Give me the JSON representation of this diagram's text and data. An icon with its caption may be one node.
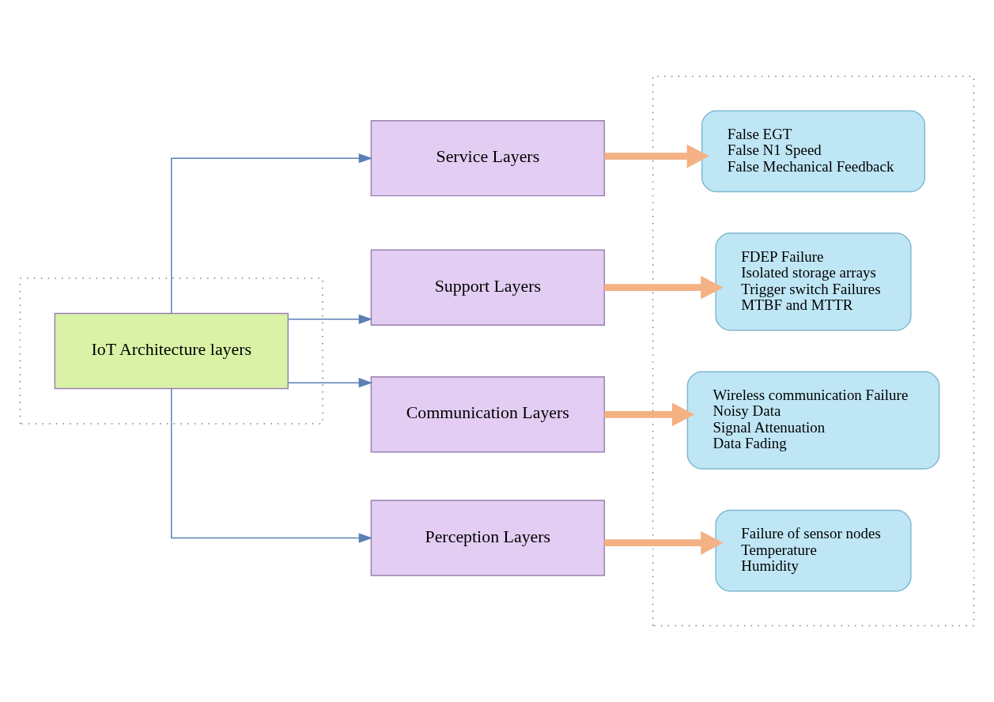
{
  "diagram": {
    "nodes": [
      {
        "text": [],
        "shape": "box"
      },
      {
        "text": [
          "IoT Architecture layers"
        ],
        "in": 0
      },
      {
        "text": [
          "Service Layers"
        ]
      },
      {
        "text": [
          "Support Layers"
        ]
      },
      {
        "text": [
          "Communication Layers"
        ]
      },
      {
        "text": [
          "Perception Layers"
        ]
      },
      {
        "text": [],
        "shape": "box"
      },
      {
        "text": [
          "False EGT",
          "False N1 Speed",
          "False Mechanical Feedback"
        ],
        "in": 6
      },
      {
        "text": [
          "FDEP Failure",
          "Isolated storage arrays",
          "Trigger switch Failures",
          "MTBF and MTTR"
        ],
        "in": 6
      },
      {
        "text": [
          "Wireless communication Failure",
          "Noisy Data",
          "Signal Attenuation",
          "Data Fading"
        ],
        "in": 6
      },
      {
        "text": [
          "Failure of sensor nodes",
          "Temperature",
          "Humidity"
        ],
        "in": 6
      }
    ],
    "edges": [
      {
        "from": 1,
        "to": 2,
        "arrow": "to"
      },
      {
        "from": 1,
        "to": 3,
        "arrow": "to"
      },
      {
        "from": 1,
        "to": 4,
        "arrow": "to"
      },
      {
        "from": 1,
        "to": 5,
        "arrow": "to"
      },
      {
        "from": 2,
        "to": 7,
        "arrow": "to",
        "style": "thick",
        "color": "#f4b183"
      },
      {
        "from": 3,
        "to": 8,
        "arrow": "to",
        "style": "thick",
        "color": "#f4b183"
      },
      {
        "from": 4,
        "to": 9,
        "arrow": "to",
        "style": "thick",
        "color": "#f4b183"
      },
      {
        "from": 5,
        "to": 10,
        "arrow": "to",
        "style": "thick",
        "color": "#f4b183"
      }
    ]
  }
}
